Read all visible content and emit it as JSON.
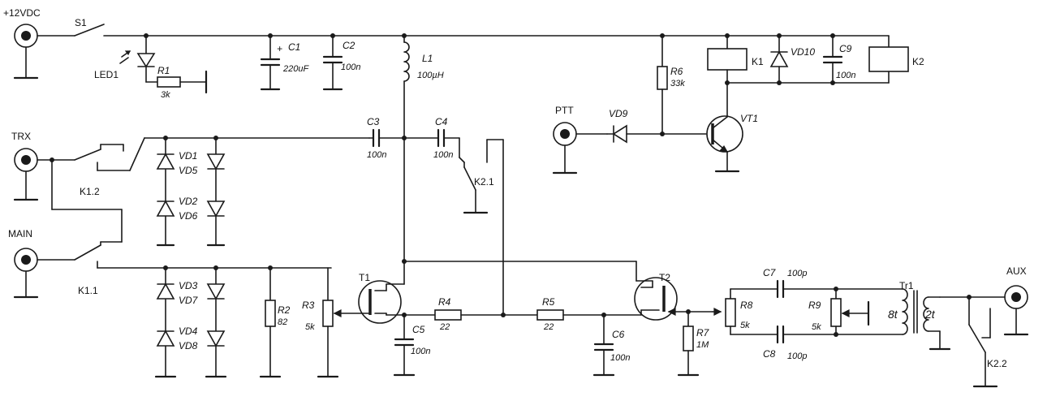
{
  "connectors": {
    "power": "+12VDC",
    "trx": "TRX",
    "main": "MAIN",
    "ptt": "PTT",
    "aux": "AUX"
  },
  "switches": {
    "s1": "S1",
    "k11": "K1.1",
    "k12": "K1.2",
    "k21": "K2.1",
    "k22": "K2.2"
  },
  "components": {
    "led1": {
      "ref": "LED1"
    },
    "r1": {
      "ref": "R1",
      "value": "3k"
    },
    "c1": {
      "ref": "C1",
      "value": "220uF",
      "polarity": "+"
    },
    "c2": {
      "ref": "C2",
      "value": "100n"
    },
    "l1": {
      "ref": "L1",
      "value": "100µH"
    },
    "r6": {
      "ref": "R6",
      "value": "33k"
    },
    "k1": {
      "ref": "K1"
    },
    "vd10": {
      "ref": "VD10"
    },
    "c9": {
      "ref": "C9",
      "value": "100n"
    },
    "k2": {
      "ref": "K2"
    },
    "vd9": {
      "ref": "VD9"
    },
    "vt1": {
      "ref": "VT1"
    },
    "c3": {
      "ref": "C3",
      "value": "100n"
    },
    "c4": {
      "ref": "C4",
      "value": "100n"
    },
    "vd1": {
      "ref": "VD1"
    },
    "vd5": {
      "ref": "VD5"
    },
    "vd2": {
      "ref": "VD2"
    },
    "vd6": {
      "ref": "VD6"
    },
    "vd3": {
      "ref": "VD3"
    },
    "vd7": {
      "ref": "VD7"
    },
    "vd4": {
      "ref": "VD4"
    },
    "vd8": {
      "ref": "VD8"
    },
    "r2": {
      "ref": "R2",
      "value": "82"
    },
    "r3": {
      "ref": "R3",
      "value": "5k"
    },
    "t1": {
      "ref": "T1"
    },
    "c5": {
      "ref": "C5",
      "value": "100n"
    },
    "r4": {
      "ref": "R4",
      "value": "22"
    },
    "r5": {
      "ref": "R5",
      "value": "22"
    },
    "c6": {
      "ref": "C6",
      "value": "100n"
    },
    "t2": {
      "ref": "T2"
    },
    "r7": {
      "ref": "R7",
      "value": "1M"
    },
    "r8": {
      "ref": "R8",
      "value": "5k"
    },
    "c7": {
      "ref": "C7",
      "value": "100p"
    },
    "c8": {
      "ref": "C8",
      "value": "100p"
    },
    "r9": {
      "ref": "R9",
      "value": "5k"
    },
    "tr1": {
      "ref": "Tr1",
      "primary": "8t",
      "secondary": "2t"
    }
  }
}
